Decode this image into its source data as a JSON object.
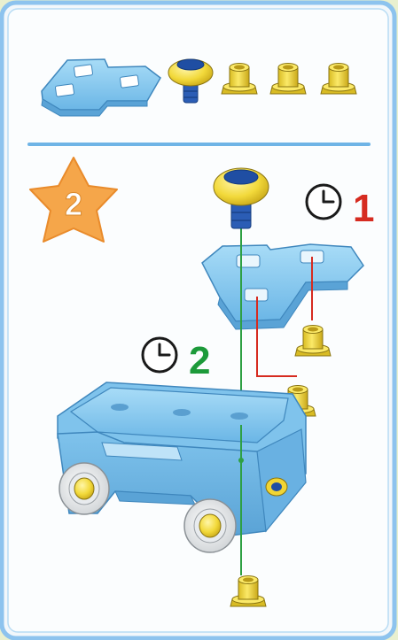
{
  "step": {
    "number": "2",
    "star_color": "#f5a64a"
  },
  "callouts": [
    {
      "label": "1",
      "color": "#d62b20",
      "icon": "clock-icon"
    },
    {
      "label": "2",
      "color": "#1c9a3a",
      "icon": "clock-icon"
    }
  ],
  "parts_list": [
    "l-shaped-plate",
    "screw",
    "peg",
    "peg",
    "peg"
  ],
  "colors": {
    "frame": "#8dc3ee",
    "part_blue": "#8fcdf0",
    "part_yellow": "#f4e04a",
    "screw_blue": "#1f4ea3",
    "guide_green": "#2ea043",
    "guide_red": "#d62b20"
  }
}
